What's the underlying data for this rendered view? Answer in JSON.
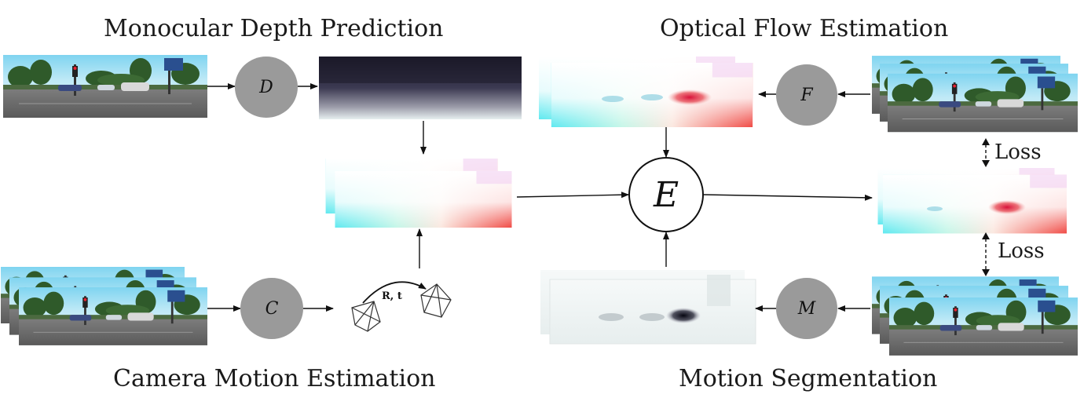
{
  "titles": {
    "depth": "Monocular Depth Prediction",
    "flow": "Optical Flow Estimation",
    "camera": "Camera Motion Estimation",
    "segmentation": "Motion Segmentation"
  },
  "nodes": {
    "d": "D",
    "f": "F",
    "c": "C",
    "m": "M",
    "e": "E"
  },
  "pose_label": "R, t",
  "loss": {
    "upper": "Loss",
    "lower": "Loss"
  }
}
